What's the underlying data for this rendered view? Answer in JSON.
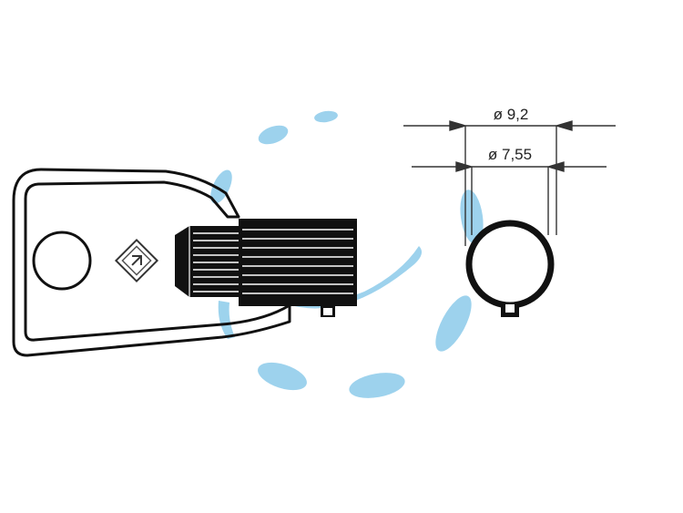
{
  "dimensions": {
    "outer": {
      "label": "ø 9,2",
      "value": 9.2
    },
    "inner": {
      "label": "ø 7,55",
      "value": 7.55
    }
  },
  "colors": {
    "line": "#111111",
    "dimension_line": "#333333",
    "watermark": "#8ccbea",
    "background": "#ffffff"
  },
  "icons": {
    "key_logo": "rotating-arrows-logo",
    "watermark": "circular-swoosh-watermark"
  }
}
